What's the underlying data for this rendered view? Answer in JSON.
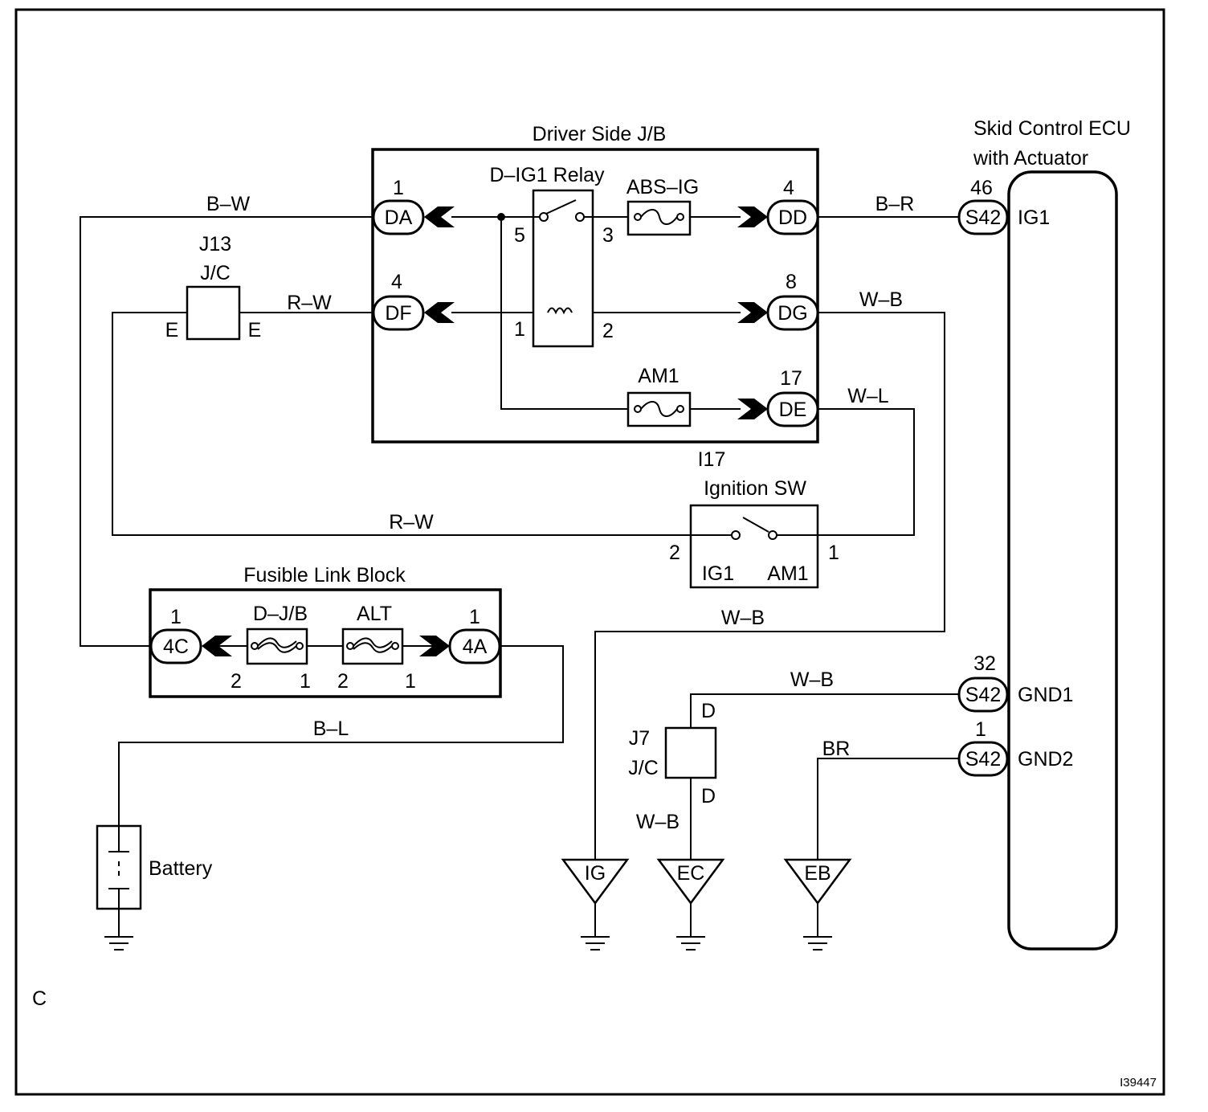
{
  "corner_label": "C",
  "figure_id": "I39447",
  "driver_jb": {
    "title": "Driver Side J/B",
    "relay_label": "D–IG1 Relay",
    "fuse_abs": "ABS–IG",
    "fuse_am1": "AM1",
    "pin_5": "5",
    "pin_3": "3",
    "pin_1": "1",
    "pin_2": "2",
    "conn_da": {
      "name": "DA",
      "pin": "1"
    },
    "conn_df": {
      "name": "DF",
      "pin": "4"
    },
    "conn_dd": {
      "name": "DD",
      "pin": "4"
    },
    "conn_dg": {
      "name": "DG",
      "pin": "8"
    },
    "conn_de": {
      "name": "DE",
      "pin": "17"
    }
  },
  "j13": {
    "id": "J13",
    "type": "J/C",
    "left_pin": "E",
    "right_pin": "E"
  },
  "ignition_sw": {
    "id": "I17",
    "name": "Ignition SW",
    "pin_left": "2",
    "pin_right": "1",
    "term_left": "IG1",
    "term_right": "AM1"
  },
  "fusible_link": {
    "title": "Fusible Link Block",
    "fuse_djb": "D–J/B",
    "fuse_alt": "ALT",
    "conn_4c": {
      "name": "4C",
      "pin": "1"
    },
    "conn_4a": {
      "name": "4A",
      "pin": "1"
    },
    "pin_djb_left": "2",
    "pin_djb_right": "1",
    "pin_alt_left": "2",
    "pin_alt_right": "1"
  },
  "battery": {
    "label": "Battery"
  },
  "j7": {
    "id": "J7",
    "type": "J/C",
    "top_pin": "D",
    "bottom_pin": "D"
  },
  "grounds": {
    "ig": "IG",
    "ec": "EC",
    "eb": "EB"
  },
  "ecu": {
    "title_line1": "Skid Control ECU",
    "title_line2": "with Actuator",
    "connector": "S42",
    "pin_ig1": "46",
    "pin_gnd1": "32",
    "pin_gnd2": "1",
    "term_ig1": "IG1",
    "term_gnd1": "GND1",
    "term_gnd2": "GND2"
  },
  "wires": {
    "bw": "B–W",
    "rw_top": "R–W",
    "rw_bottom": "R–W",
    "br_ecu": "B–R",
    "wb_dg": "W–B",
    "wl": "W–L",
    "wb_ig": "W–B",
    "wb_gnd1": "W–B",
    "wb_ec": "W–B",
    "br": "BR",
    "bl": "B–L"
  }
}
